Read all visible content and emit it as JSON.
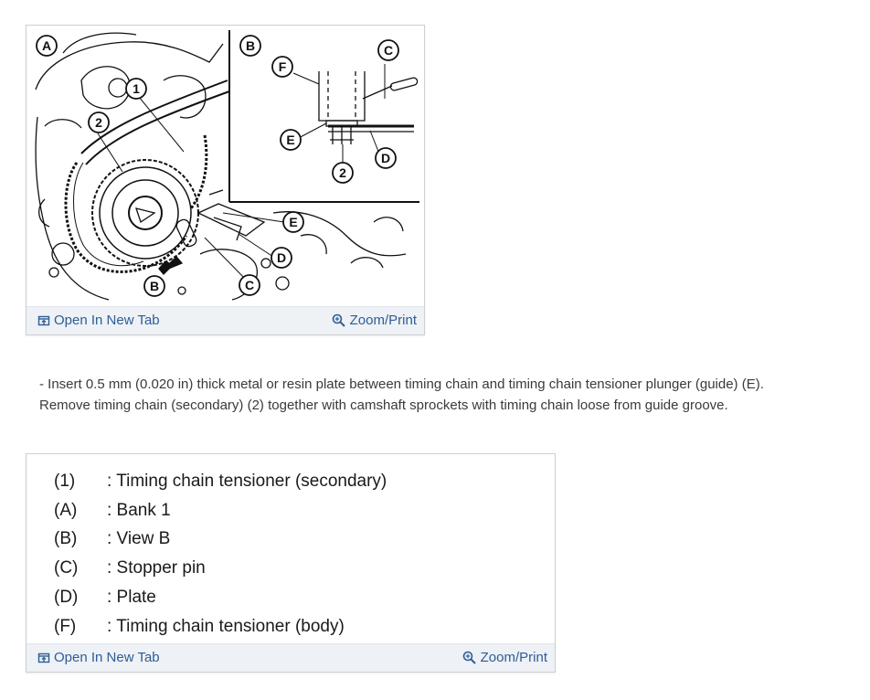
{
  "figure1": {
    "callouts": {
      "a": "A",
      "b_top": "B",
      "c_top": "C",
      "f": "F",
      "e_top": "E",
      "two_inset": "2",
      "d_top": "D",
      "one": "1",
      "two": "2",
      "e_main": "E",
      "d_main": "D",
      "c_main": "C",
      "b_main": "B"
    },
    "open_tab_label": "Open In New Tab",
    "zoom_label": "Zoom/Print"
  },
  "instruction": {
    "line1": "- Insert 0.5 mm (0.020 in) thick metal or resin plate between timing chain and timing chain tensioner plunger (guide) (E).",
    "line2": "Remove timing chain (secondary) (2) together with camshaft sprockets with timing chain loose from guide groove."
  },
  "legend": {
    "rows": [
      {
        "code": "(1)",
        "text": ": Timing chain tensioner (secondary)"
      },
      {
        "code": "(A)",
        "text": ": Bank 1"
      },
      {
        "code": "(B)",
        "text": ": View B"
      },
      {
        "code": "(C)",
        "text": ": Stopper pin"
      },
      {
        "code": "(D)",
        "text": ": Plate"
      },
      {
        "code": "(F)",
        "text": ": Timing chain tensioner (body)"
      }
    ],
    "open_tab_label": "Open In New Tab",
    "zoom_label": "Zoom/Print"
  },
  "colors": {
    "link": "#2e5d95",
    "footer_bg": "#eef1f5",
    "line_art": "#111111"
  }
}
